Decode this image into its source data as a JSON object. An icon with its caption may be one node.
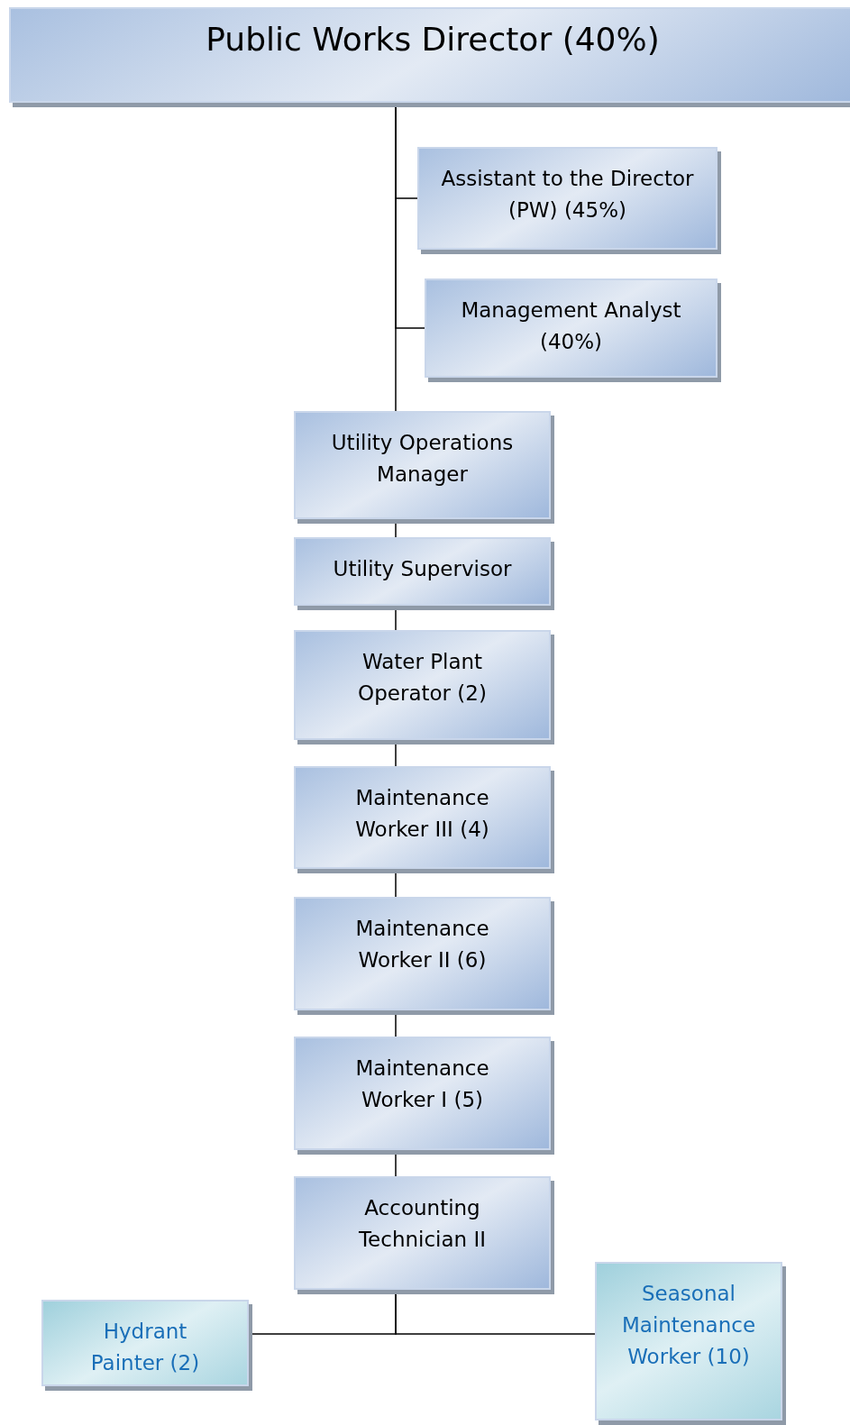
{
  "diagram": {
    "nodes": [
      {
        "text": [
          "Public Works Director (40%)"
        ]
      },
      {
        "text": [
          "Assistant to the Director (PW) (45%)"
        ]
      },
      {
        "text": [
          "Management Analyst (40%)"
        ]
      },
      {
        "text": [
          "Utility Operations Manager"
        ]
      },
      {
        "text": [
          "Utility Supervisor"
        ]
      },
      {
        "text": [
          "Water Plant Operator (2)"
        ]
      },
      {
        "text": [
          "Maintenance Worker III (4)"
        ]
      },
      {
        "text": [
          "Maintenance Worker II (6)"
        ]
      },
      {
        "text": [
          "Maintenance Worker I (5)"
        ]
      },
      {
        "text": [
          "Accounting Technician II"
        ]
      },
      {
        "text": [
          "Hydrant Painter (2)"
        ]
      },
      {
        "text": [
          "Seasonal Maintenance Worker (10)"
        ]
      }
    ],
    "edges": [
      {
        "from": 0,
        "to": 1,
        "arrow": "none"
      },
      {
        "from": 0,
        "to": 2,
        "arrow": "none"
      },
      {
        "from": 0,
        "to": 3,
        "arrow": "none"
      },
      {
        "from": 3,
        "to": 4,
        "arrow": "none"
      },
      {
        "from": 4,
        "to": 5,
        "arrow": "none"
      },
      {
        "from": 5,
        "to": 6,
        "arrow": "none"
      },
      {
        "from": 6,
        "to": 7,
        "arrow": "none"
      },
      {
        "from": 7,
        "to": 8,
        "arrow": "none"
      },
      {
        "from": 8,
        "to": 9,
        "arrow": "none"
      },
      {
        "from": 9,
        "to": 10,
        "arrow": "none"
      },
      {
        "from": 9,
        "to": 11,
        "arrow": "none"
      }
    ]
  }
}
